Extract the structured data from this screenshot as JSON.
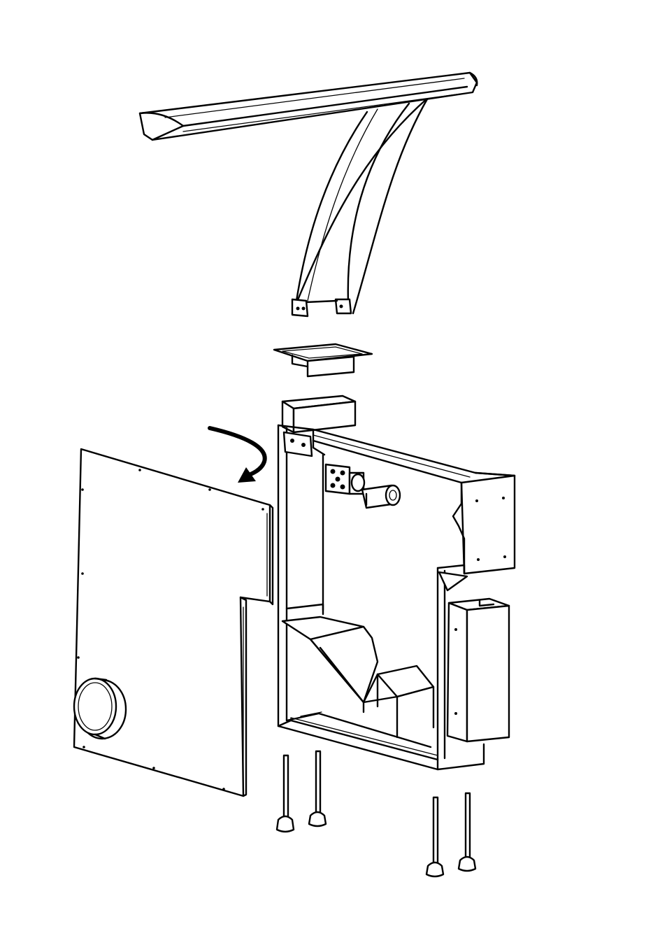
{
  "diagram": {
    "type": "exploded-assembly-line-drawing",
    "colors": {
      "line": "#000000",
      "background": "#ffffff"
    },
    "parts": [
      "curved-top-hood",
      "square-duct-collar",
      "unit-housing",
      "side-access-panel",
      "round-duct-spigot",
      "fan-motor",
      "heat-exchanger-tray",
      "filter-cassette",
      "adjustable-feet"
    ],
    "feet_count": 4,
    "annotation_arrows": 1
  }
}
